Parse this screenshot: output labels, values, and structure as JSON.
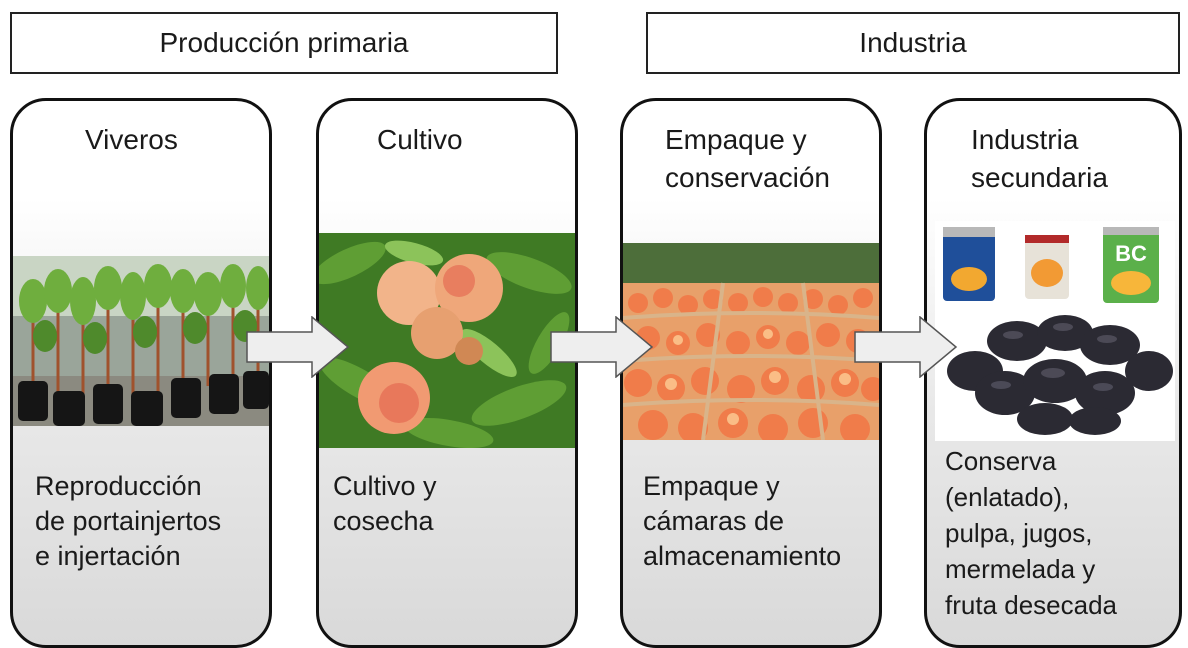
{
  "headers": {
    "primary": "Producción primaria",
    "industry": "Industria"
  },
  "stages": [
    {
      "title": "Viveros",
      "description": "Reproducción\nde portainjertos\ne injertación",
      "photo": "peach-tree-nursery-photo"
    },
    {
      "title": "Cultivo",
      "description": "Cultivo y\ncosecha",
      "photo": "peaches-on-branch-photo"
    },
    {
      "title": "Empaque y\nconservación",
      "description": " Empaque y\ncámaras de\nalmacenamiento",
      "photo": "peach-crates-photo"
    },
    {
      "title": "Industria\nsecundaria",
      "description": "Conserva\n(enlatado),\npulpa, jugos,\nmermelada y\nfruta desecada",
      "photo": "canned-and-dried-fruit-photo"
    }
  ],
  "can_labels": [
    "BC"
  ],
  "colors": {
    "border": "#111111",
    "panel_gradient_end": "#d9d9d9",
    "arrow_fill": "#eeeeee",
    "peach": "#f08a4b",
    "leaf": "#4f8a2c",
    "prune": "#2b2a33"
  }
}
